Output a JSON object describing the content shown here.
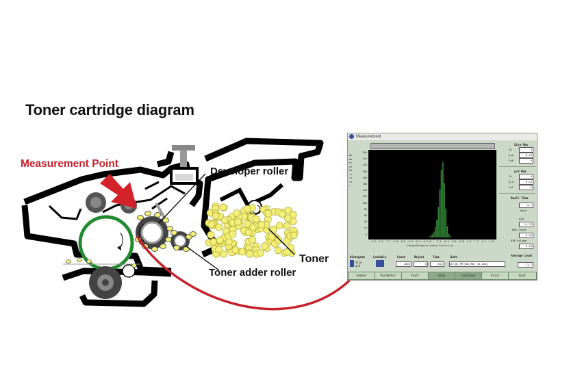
{
  "title": "Toner cartridge diagram",
  "labels": {
    "measurement_point": "Measurement Point",
    "developer_roller": "Developer roller",
    "toner": "Toner",
    "toner_adder_roller": "Toner adder roller"
  },
  "colors": {
    "accent_red": "#c8202a",
    "toner_yellow": "#f3f07a",
    "drum_green": "#1f8a2e",
    "histogram_green": "#2f7a33"
  },
  "window": {
    "title": "Measurement",
    "y_axis_label": "Number of Particles",
    "x_axis_label": "Charge/Diameter(femto-C/micro-m)",
    "y_ticks": [
      "260",
      "240",
      "220",
      "200",
      "180",
      "160",
      "140",
      "120",
      "100",
      "80",
      "60",
      "40",
      "20",
      "0"
    ],
    "x_ticks": [
      "-1.6",
      "-1.4",
      "-1.2",
      "-1.0",
      "-0.8",
      "-0.6",
      "-0.4",
      "-0.2",
      "0",
      "0.2",
      "0.4",
      "0.6",
      "0.8",
      "1.0",
      "1.2",
      "1.4",
      "1.6"
    ],
    "right_panel": {
      "size_max_title": "Size Max",
      "size_max": [
        {
          "label": "Ch",
          "value": "0"
        },
        {
          "label": "dia",
          "value": "8.20"
        },
        {
          "label": "Cnt",
          "value": "0"
        }
      ],
      "qd_max_title": "q/d Max",
      "qd_max": [
        {
          "label": "Ch",
          "value": "0"
        },
        {
          "label": "q/d",
          "value": "0.23"
        },
        {
          "label": "Cnt",
          "value": "0"
        }
      ],
      "dwell_title": "Dwell Time",
      "dwell_value": "0.1",
      "dwell_unit": "msec",
      "qm_label": "q/m",
      "qm_value": "14.79",
      "d50_count_label": "D50 Count",
      "d50_count_value": "8.96",
      "d50_volume_label": "D50 Volume",
      "d50_volume_value": "8.98"
    },
    "bottom": {
      "histogram_label": "Histogram",
      "histogram_mode": "Size q/d",
      "lookable_label": "Lookable",
      "count_label": "Count",
      "count_value": "2000",
      "reject_label": "Reject",
      "reject_value": "0",
      "time_label": "Time",
      "time_value": "1542",
      "date_label": "Date",
      "date_value": "02:01 PM Wed,Mar 16,2022",
      "average_count_label": "Average Count",
      "average_count_value": "11.2"
    },
    "buttons": [
      "Feeder",
      "Parameter",
      "Start",
      "Stop",
      "Continue",
      "Print",
      "Quit"
    ]
  },
  "chart_data": {
    "type": "bar",
    "xlabel": "Charge/Diameter(femto-C/micro-m)",
    "ylabel": "Number of Particles",
    "xlim": [
      -1.6,
      1.6
    ],
    "ylim": [
      0,
      260
    ],
    "x": [
      -0.08,
      -0.04,
      0.0,
      0.04,
      0.08,
      0.12,
      0.16,
      0.2,
      0.24,
      0.28,
      0.32,
      0.36,
      0.4,
      0.44,
      0.48
    ],
    "values": [
      3,
      6,
      10,
      18,
      32,
      55,
      95,
      150,
      210,
      235,
      170,
      90,
      35,
      12,
      4
    ]
  }
}
